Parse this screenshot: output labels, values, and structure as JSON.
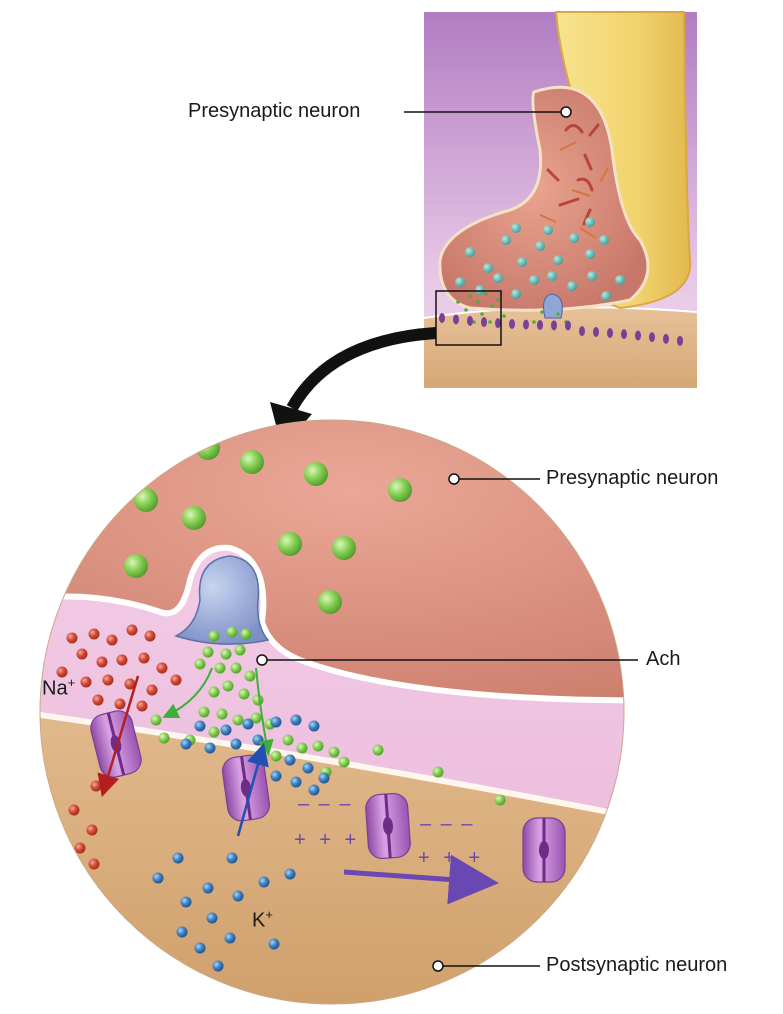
{
  "labels": {
    "inset_presynaptic": "Presynaptic neuron",
    "detail_presynaptic": "Presynaptic neuron",
    "ach": "Ach",
    "postsynaptic": "Postsynaptic neuron"
  },
  "ions": {
    "sodium_symbol": "Na",
    "sodium_charge": "+",
    "potassium_symbol": "K",
    "potassium_charge": "+"
  },
  "membrane_signs": {
    "negative": "– – –",
    "positive": "+ + +"
  },
  "colors": {
    "presynaptic": "#d98a7a",
    "cleft": "#f0c8e4",
    "postsynaptic": "#d7aa7a",
    "acetylcholine": "#7ec84e",
    "sodium": "#d64a35",
    "potassium": "#3f82c4",
    "channel": "#b16bc4",
    "axon": "#f3d579",
    "vesicle_fusing": "#8fa6d6"
  }
}
